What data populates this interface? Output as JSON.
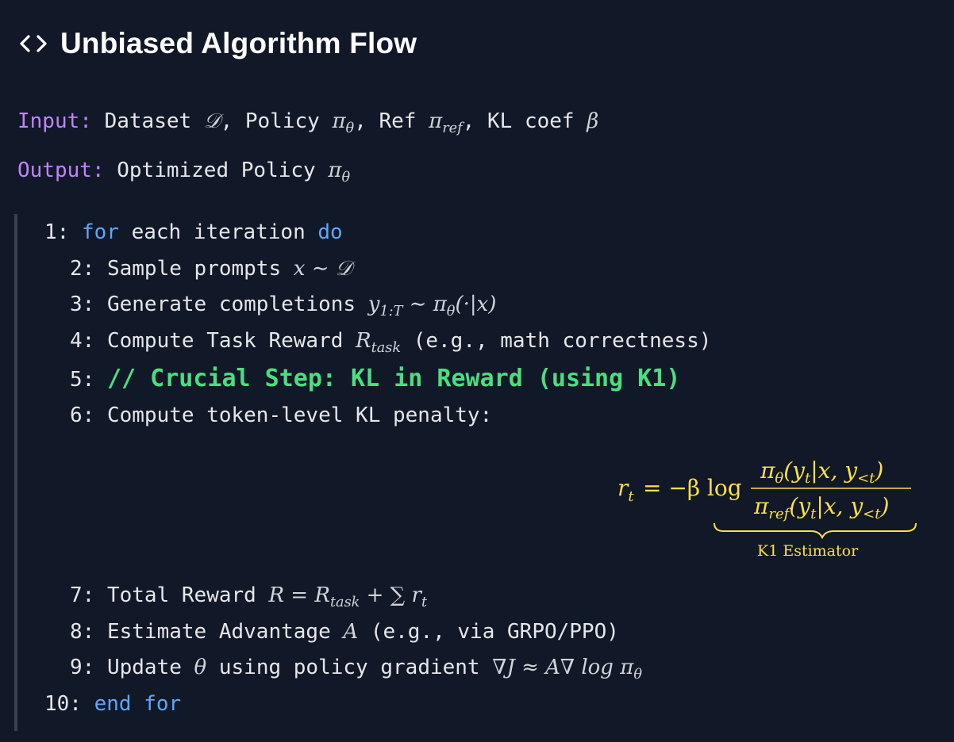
{
  "header": {
    "title": "Unbiased Algorithm Flow",
    "icon": "code-icon"
  },
  "io": {
    "input_label": "Input:",
    "input_text_1": "Dataset",
    "input_math_dataset": "𝒟",
    "input_text_2": ", Policy",
    "input_math_policy": "π",
    "input_math_policy_sub": "θ",
    "input_text_3": ", Ref",
    "input_math_ref": "π",
    "input_math_ref_sub": "ref",
    "input_text_4": ", KL coef",
    "input_math_beta": "β",
    "output_label": "Output:",
    "output_text": "Optimized Policy",
    "output_math": "π",
    "output_math_sub": "θ"
  },
  "lines": {
    "l1_num": "1:",
    "l1_kw1": "for",
    "l1_text": " each iteration ",
    "l1_kw2": "do",
    "l2_num": "2:",
    "l2_text": "Sample prompts",
    "l2_math": "x ∼ 𝒟",
    "l3_num": "3:",
    "l3_text": "Generate completions",
    "l3_math_y": "y",
    "l3_math_sub": "1:T",
    "l3_math_rest": " ∼ π",
    "l3_math_sub2": "θ",
    "l3_math_end": "(·|x)",
    "l4_num": "4:",
    "l4_text": "Compute Task Reward",
    "l4_math": "R",
    "l4_math_sub": "task",
    "l4_text2": "(e.g., math correctness)",
    "l5_num": "5:",
    "l5_text": "// Crucial Step: KL in Reward (using K1)",
    "l6_num": "6:",
    "l6_text": "Compute token-level KL penalty:",
    "l7_num": "7:",
    "l7_text": "Total Reward",
    "l7_math_1": "R = R",
    "l7_math_sub": "task",
    "l7_math_2": " + ∑ r",
    "l7_math_sub2": "t",
    "l8_num": "8:",
    "l8_text": "Estimate Advantage",
    "l8_math": "A",
    "l8_text2": "(e.g., via GRPO/PPO)",
    "l9_num": "9:",
    "l9_text": "Update",
    "l9_math": "θ",
    "l9_text2": "using policy gradient",
    "l9_math2": "∇J ≈ A∇ log π",
    "l9_math2_sub": "θ",
    "l10_num": "10:",
    "l10_kw1": "end",
    "l10_kw2": "for"
  },
  "formula": {
    "lhs": "r",
    "lhs_sub": "t",
    "eq": "= −β log",
    "num": "π",
    "num_sub": "θ",
    "num_args": "(y",
    "num_args_sub": "t",
    "num_args_rest": "|x, y",
    "num_args_sub2": "<t",
    "num_close": ")",
    "den": "π",
    "den_sub": "ref",
    "den_args": "(y",
    "den_args_sub": "t",
    "den_args_rest": "|x, y",
    "den_args_sub2": "<t",
    "den_close": ")",
    "annotation": "K1 Estimator"
  },
  "colors": {
    "background": "#111827",
    "keyword_purple": "#c084fc",
    "keyword_blue": "#60a5fa",
    "crucial_green": "#4ade80",
    "formula_yellow": "#fde047",
    "rail": "#374151"
  }
}
